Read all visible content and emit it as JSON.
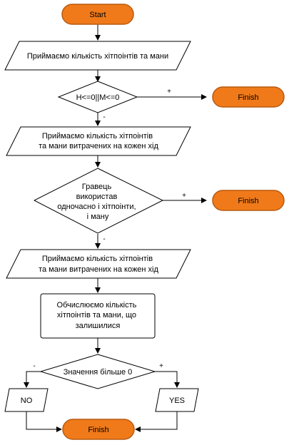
{
  "colors": {
    "terminator_fill": "#f07a1a",
    "terminator_stroke": "#b85a10",
    "stroke": "#000000",
    "fill": "#ffffff"
  },
  "flowchart": {
    "start": "Start",
    "input_1": "Приймаємо кількість хітпоінтів та мани",
    "decision_1": "H<=0||M<=0",
    "decision_1_yes": "+",
    "decision_1_no": "-",
    "finish_1": "Finish",
    "input_2": [
      "Приймаємо кількість хітпоінтів",
      "та мани витрачених на кожен хід"
    ],
    "decision_2": [
      "Гравець",
      "використав",
      "одночасно і хітпоінти,",
      "і ману"
    ],
    "decision_2_yes": "+",
    "decision_2_no": "-",
    "finish_2": "Finish",
    "input_3": [
      "Приймаємо кількість хітпоінтів",
      "та мани витрачених на кожен хід"
    ],
    "process": [
      "Обчислюємо кількість",
      "хітпоінтів та мани, що",
      "залишилися"
    ],
    "decision_3": "Значення більше 0",
    "decision_3_no": "-",
    "decision_3_yes": "+",
    "output_no": "NO",
    "output_yes": "YES",
    "finish_3": "Finish"
  }
}
